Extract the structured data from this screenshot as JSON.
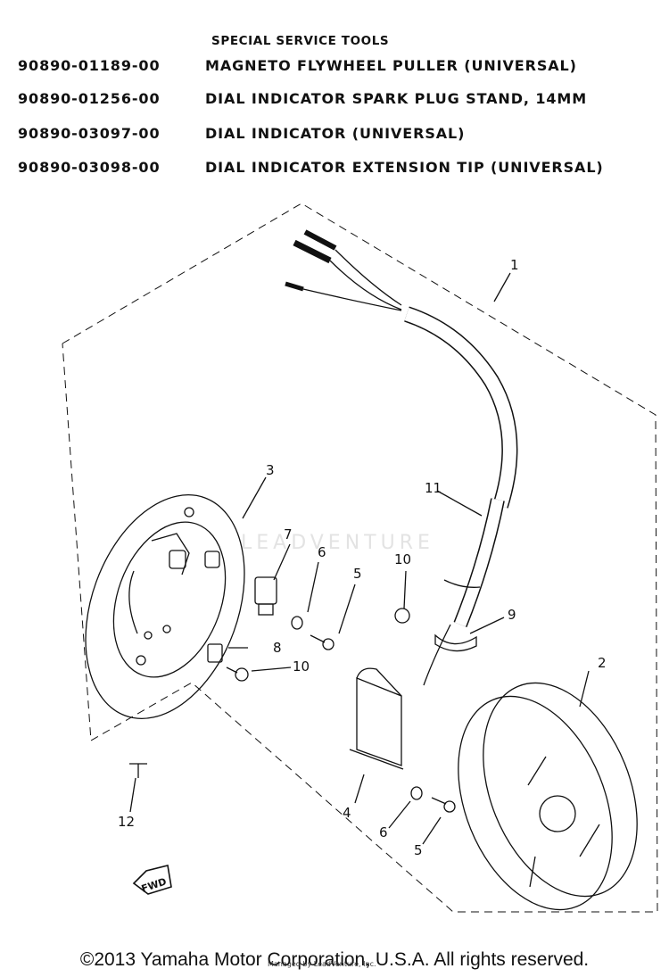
{
  "header": {
    "title": "SPECIAL SERVICE TOOLS"
  },
  "tools": [
    {
      "part_number": "90890-01189-00",
      "description": "MAGNETO FLYWHEEL PULLER (UNIVERSAL)"
    },
    {
      "part_number": "90890-01256-00",
      "description": "DIAL INDICATOR SPARK PLUG STAND, 14MM"
    },
    {
      "part_number": "90890-03097-00",
      "description": "DIAL INDICATOR (UNIVERSAL)"
    },
    {
      "part_number": "90890-03098-00",
      "description": "DIAL INDICATOR EXTENSION TIP (UNIVERSAL)"
    }
  ],
  "callouts": {
    "c1": "1",
    "c2": "2",
    "c3": "3",
    "c4": "4",
    "c5a": "5",
    "c5b": "5",
    "c6a": "6",
    "c6b": "6",
    "c7": "7",
    "c8": "8",
    "c9": "9",
    "c10a": "10",
    "c10b": "10",
    "c11": "11",
    "c12": "12"
  },
  "fwd_label": "FWD",
  "watermark": "LEADVENTURE",
  "footer": {
    "copyright": "©2013 Yamaha Motor Corporation, U.S.A. All rights reserved.",
    "credit": "Managed by LeadVenture, Inc."
  }
}
